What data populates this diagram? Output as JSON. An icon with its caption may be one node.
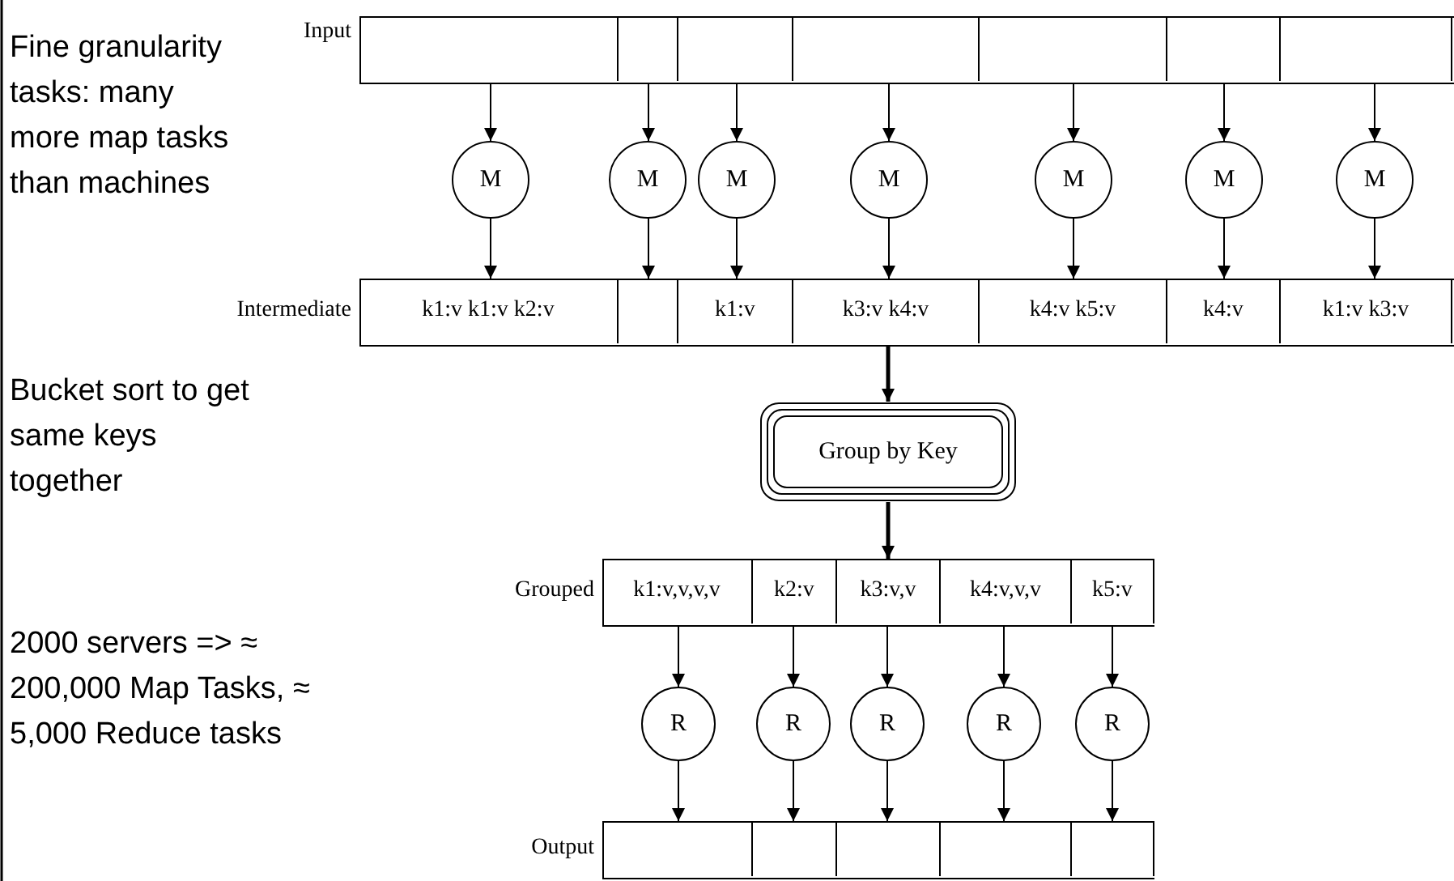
{
  "diagram": {
    "nodes": [
      {
        "text": [],
        "shape": "box",
        "beside": [
          "Input"
        ]
      },
      {
        "text": [],
        "shape": "box",
        "in": 0
      },
      {
        "text": [],
        "shape": "box",
        "in": 0
      },
      {
        "text": [],
        "shape": "box",
        "in": 0
      },
      {
        "text": [],
        "shape": "box",
        "in": 0
      },
      {
        "text": [],
        "shape": "box",
        "in": 0
      },
      {
        "text": [],
        "shape": "box",
        "in": 0
      },
      {
        "text": [],
        "shape": "box",
        "in": 0
      },
      {
        "text": [
          "M"
        ]
      },
      {
        "text": [
          "M"
        ]
      },
      {
        "text": [
          "M"
        ]
      },
      {
        "text": [
          "M"
        ]
      },
      {
        "text": [
          "M"
        ]
      },
      {
        "text": [
          "M"
        ]
      },
      {
        "text": [
          "M"
        ]
      },
      {
        "text": [],
        "shape": "box",
        "beside": [
          "Intermediate"
        ]
      },
      {
        "text": [
          "k1:v k1:v k2:v"
        ],
        "in": 15
      },
      {
        "text": [],
        "shape": "box",
        "in": 15
      },
      {
        "text": [
          "k1:v"
        ],
        "in": 15
      },
      {
        "text": [
          "k3:v k4:v"
        ],
        "in": 15
      },
      {
        "text": [
          "k4:v k5:v"
        ],
        "in": 15
      },
      {
        "text": [
          "k4:v"
        ],
        "in": 15
      },
      {
        "text": [
          "k1:v k3:v"
        ],
        "in": 15
      },
      {
        "text": [
          "Group by Key"
        ]
      },
      {
        "text": [],
        "shape": "box",
        "beside": [
          "Grouped"
        ]
      },
      {
        "text": [
          "k1:v,v,v,v"
        ],
        "in": 24
      },
      {
        "text": [
          "k2:v"
        ],
        "in": 24
      },
      {
        "text": [
          "k3:v,v"
        ],
        "in": 24
      },
      {
        "text": [
          "k4:v,v,v"
        ],
        "in": 24
      },
      {
        "text": [
          "k5:v"
        ],
        "in": 24
      },
      {
        "text": [
          "R"
        ]
      },
      {
        "text": [
          "R"
        ]
      },
      {
        "text": [
          "R"
        ]
      },
      {
        "text": [
          "R"
        ]
      },
      {
        "text": [
          "R"
        ]
      },
      {
        "text": [],
        "shape": "box",
        "beside": [
          "Output"
        ]
      },
      {
        "text": [],
        "shape": "box",
        "in": 35
      },
      {
        "text": [],
        "shape": "box",
        "in": 35
      },
      {
        "text": [],
        "shape": "box",
        "in": 35
      },
      {
        "text": [],
        "shape": "box",
        "in": 35
      },
      {
        "text": [],
        "shape": "box",
        "in": 35
      }
    ],
    "edges": [
      {
        "from": 1,
        "to": 8,
        "arrow": "to"
      },
      {
        "from": 2,
        "to": 9,
        "arrow": "to"
      },
      {
        "from": 3,
        "to": 10,
        "arrow": "to"
      },
      {
        "from": 4,
        "to": 11,
        "arrow": "to"
      },
      {
        "from": 5,
        "to": 12,
        "arrow": "to"
      },
      {
        "from": 6,
        "to": 13,
        "arrow": "to"
      },
      {
        "from": 7,
        "to": 14,
        "arrow": "to"
      },
      {
        "from": 8,
        "to": 16,
        "arrow": "to"
      },
      {
        "from": 9,
        "to": 17,
        "arrow": "to"
      },
      {
        "from": 10,
        "to": 18,
        "arrow": "to"
      },
      {
        "from": 11,
        "to": 19,
        "arrow": "to"
      },
      {
        "from": 12,
        "to": 20,
        "arrow": "to"
      },
      {
        "from": 13,
        "to": 21,
        "arrow": "to"
      },
      {
        "from": 14,
        "to": 22,
        "arrow": "to"
      },
      {
        "from": 15,
        "to": 23,
        "arrow": "to",
        "style": "thick"
      },
      {
        "from": 23,
        "to": 24,
        "arrow": "to",
        "style": "thick"
      },
      {
        "from": 25,
        "to": 30,
        "arrow": "to"
      },
      {
        "from": 26,
        "to": 31,
        "arrow": "to"
      },
      {
        "from": 27,
        "to": 32,
        "arrow": "to"
      },
      {
        "from": 28,
        "to": 33,
        "arrow": "to"
      },
      {
        "from": 29,
        "to": 34,
        "arrow": "to"
      },
      {
        "from": 30,
        "to": 36,
        "arrow": "to"
      },
      {
        "from": 31,
        "to": 37,
        "arrow": "to"
      },
      {
        "from": 32,
        "to": 38,
        "arrow": "to"
      },
      {
        "from": 33,
        "to": 39,
        "arrow": "to"
      },
      {
        "from": 34,
        "to": 40,
        "arrow": "to"
      }
    ],
    "labels": [
      "Fine granularity tasks: many more map tasks than machines",
      "Bucket sort to get same keys together",
      "2000 servers => ≈ 200,000 Map Tasks, ≈ 5,000 Reduce tasks"
    ]
  }
}
